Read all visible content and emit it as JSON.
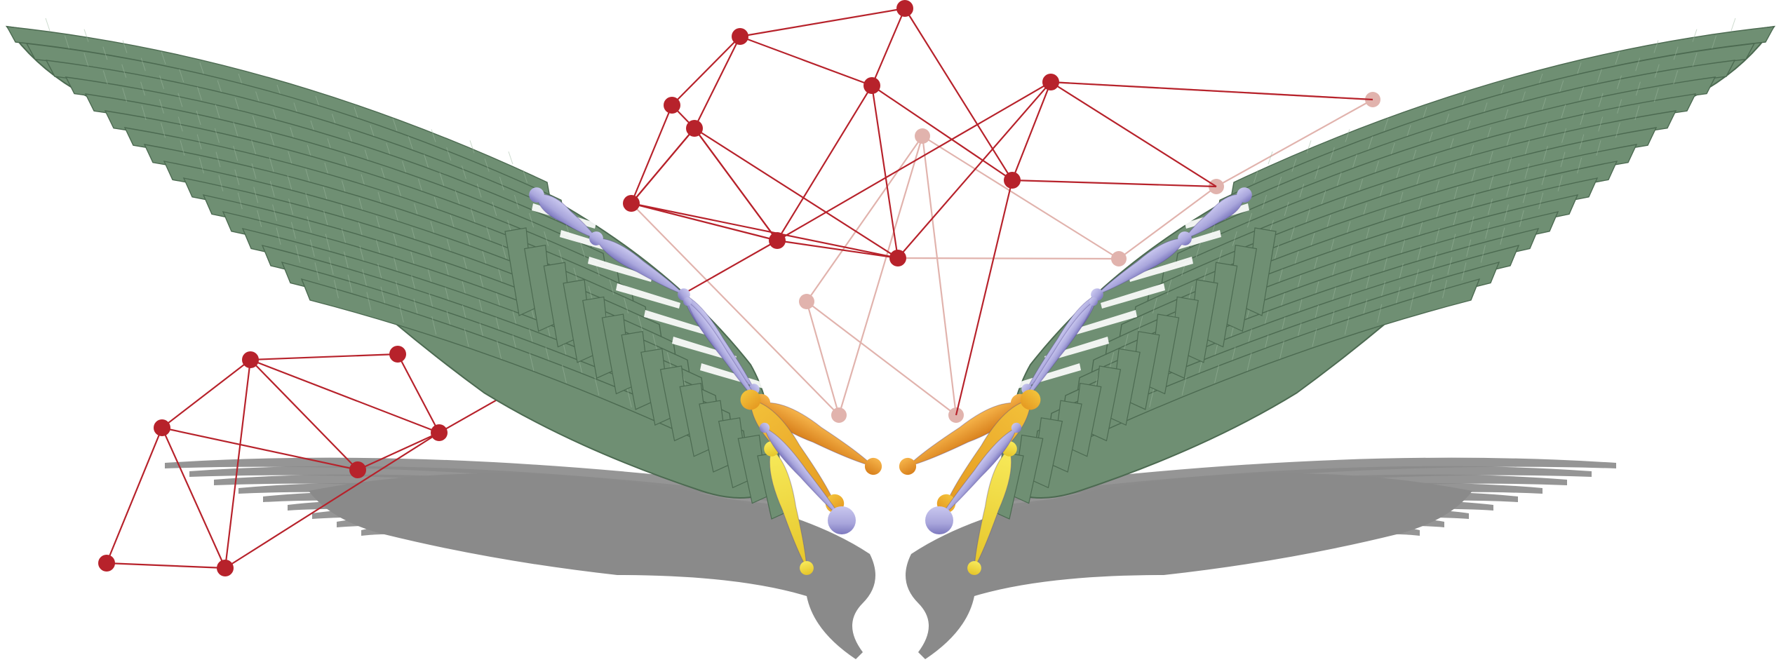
{
  "figure": {
    "colors": {
      "background": "#ffffff",
      "feather_fill": "#6f8f73",
      "feather_stroke": "#4c6a51",
      "feather_highlight": "#9db89f",
      "shadow": "#8a8a8a",
      "bone": "#a9a6dc",
      "bone_dark": "#7d79bf",
      "digit_orange": "#eb9a2e",
      "digit_yellow": "#f3d63a",
      "digit_yellow_light": "#f7ea5a",
      "graph_primary": "#b7222b",
      "graph_faded": "#e1b3ad"
    },
    "objects": [
      {
        "name": "left-wing",
        "type": "3D feathered wing model"
      },
      {
        "name": "right-wing",
        "type": "3D feathered wing model"
      },
      {
        "name": "left-wing-skeleton",
        "type": "bone chain"
      },
      {
        "name": "right-wing-skeleton",
        "type": "bone chain"
      },
      {
        "name": "node-graph",
        "type": "network of red nodes and edges"
      },
      {
        "name": "ground-shadow",
        "type": "cast shadow"
      }
    ]
  }
}
